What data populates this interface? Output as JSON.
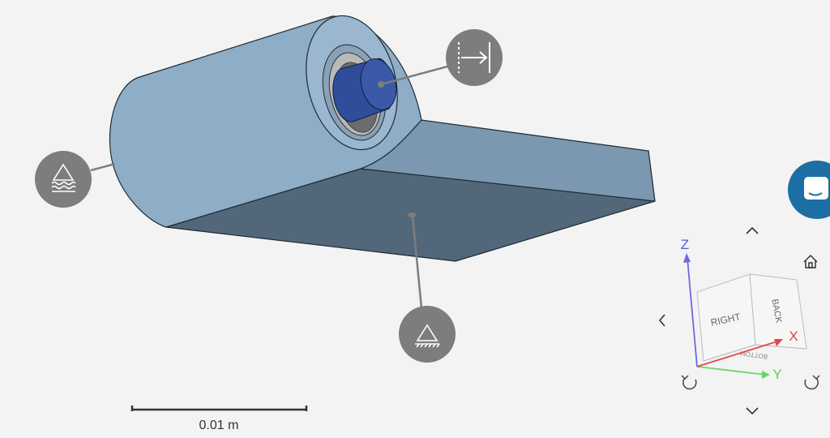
{
  "viewer": {
    "scale_bar": {
      "label": "0.01 m"
    },
    "view_cube": {
      "face_right": "RIGHT",
      "face_back": "BACK",
      "face_bottom": "BOTTOM",
      "axis_x": "X",
      "axis_y": "Y",
      "axis_z": "Z"
    },
    "markers": [
      {
        "name": "displacement-marker",
        "icon": "displacement-icon"
      },
      {
        "name": "elastic-support-marker",
        "icon": "elastic-support-icon"
      },
      {
        "name": "fixed-support-marker",
        "icon": "fixed-support-icon"
      }
    ],
    "navigation": {
      "up": "chevron-up-icon",
      "down": "chevron-down-icon",
      "left": "chevron-left-icon",
      "home": "home-icon",
      "rotate_left": "rotate-ccw-icon",
      "rotate_right": "rotate-cw-icon"
    },
    "chat": {
      "icon": "chat-icon"
    },
    "colors": {
      "background": "#f3f3f3",
      "part": "#8aa9c2",
      "part_dark": "#52687a",
      "pin": "#2f4d98",
      "marker": "#7d7d7d",
      "chat": "#1c6ea4",
      "axis_x": "#e04040",
      "axis_y": "#5ad05a",
      "axis_z": "#5a5ae0"
    }
  }
}
